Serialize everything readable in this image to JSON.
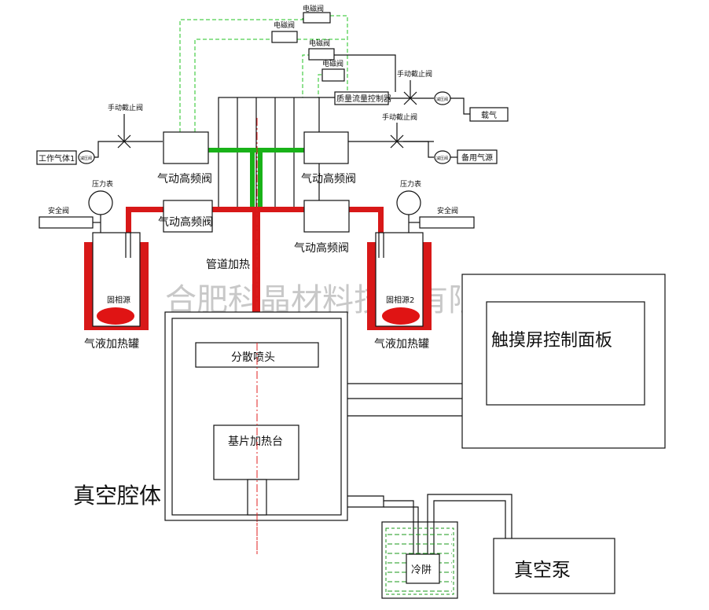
{
  "labels": {
    "solenoid_valve": "电磁阀",
    "mass_flow_controller": "质量流量控制器",
    "manual_shutoff_valve": "手动截止阀",
    "carrier_gas": "载气",
    "backup_gas": "备用气源",
    "working_gas": "工作气体1",
    "pressure_reducer": "减压阀",
    "pneumatic_valve": "气动高频阀",
    "pressure_gauge": "压力表",
    "safety_valve": "安全阀",
    "pipe_heating": "管道加热",
    "solid_source_1": "固相源",
    "solid_source_2": "固相源2",
    "gas_liquid_tank": "气液加热罐",
    "dispersion_nozzle": "分散喷头",
    "touch_panel": "触摸屏控制面板",
    "substrate_heater": "基片加热台",
    "vacuum_chamber": "真空腔体",
    "cold_trap": "冷阱",
    "vacuum_pump": "真空泵"
  },
  "watermark": "合肥科晶材料技术有限公司",
  "colors": {
    "heated_pipe": "#d81818",
    "gas_pipe": "#19b219",
    "control_signal": "#3fcf3f",
    "source_liquid": "#e01414"
  }
}
